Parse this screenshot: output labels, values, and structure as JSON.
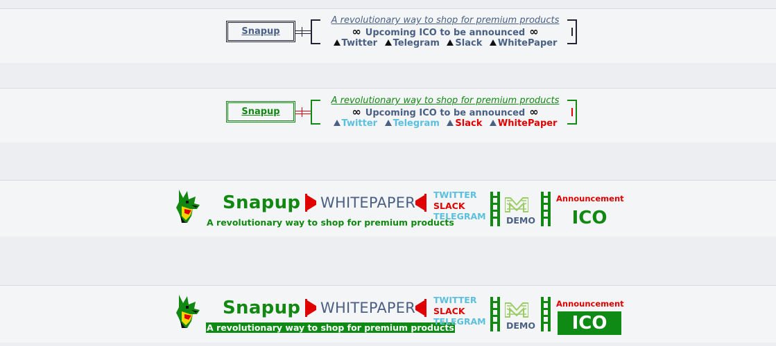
{
  "signatures_text": {
    "name": "Snapup",
    "tagline": "A revolutionary way to shop for premium products",
    "ico_line": "Upcoming ICO to be announced",
    "infinity": "∞",
    "links": [
      "Twitter",
      "Telegram",
      "Slack",
      "WhitePaper"
    ]
  },
  "banner_text": {
    "brand": "Snapup",
    "slogan": "A revolutionary way to shop for premium products",
    "whitepaper": "WHITEPAPER",
    "twitter": "TWITTER",
    "slack": "SLACK",
    "telegram": "TELEGRAM",
    "demo": "DEMO",
    "announcement": "Announcement",
    "ico": "ICO"
  },
  "colors": {
    "green": "#118811",
    "dark_green": "#0f8a14",
    "slate": "#4a6083",
    "sky": "#5bc0de",
    "red": "#e00000",
    "ink": "#223"
  },
  "icons": [
    "triangle-icon",
    "mascot-icon",
    "flag-icon",
    "demo-logo-icon",
    "rail-icon"
  ]
}
